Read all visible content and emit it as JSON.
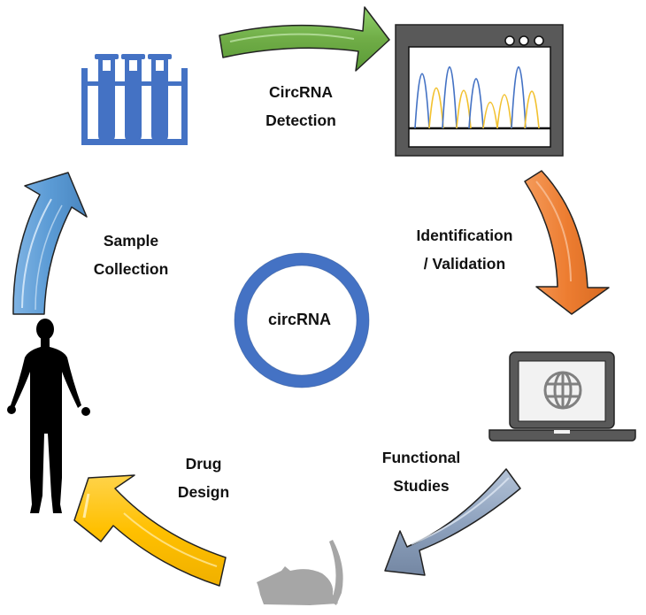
{
  "diagram": {
    "title": "circRNA research workflow cycle",
    "center": {
      "label": "circRNA",
      "ring_color": "#4472C4"
    },
    "steps": [
      {
        "id": "detection",
        "lines": [
          "CircRNA",
          "Detection"
        ],
        "arrow_color": "#70AD47"
      },
      {
        "id": "identification",
        "lines": [
          "Identification",
          "/ Validation"
        ],
        "arrow_color": "#ED7D31"
      },
      {
        "id": "functional",
        "lines": [
          "Functional",
          "Studies"
        ],
        "arrow_color": "#8497B0"
      },
      {
        "id": "drug",
        "lines": [
          "Drug",
          "Design"
        ],
        "arrow_color": "#FFC000"
      },
      {
        "id": "sample",
        "lines": [
          "Sample",
          "Collection"
        ],
        "arrow_color": "#5B9BD5"
      }
    ],
    "icons": [
      {
        "name": "test-tubes-icon",
        "color": "#4472C4"
      },
      {
        "name": "sequencer-monitor-icon",
        "color": "#595959",
        "trace_colors": [
          "#4472C4",
          "#F2C12E"
        ]
      },
      {
        "name": "laptop-globe-icon",
        "color": "#595959",
        "globe_color": "#808080"
      },
      {
        "name": "mouse-icon",
        "color": "#A6A6A6"
      },
      {
        "name": "human-silhouette-icon",
        "color": "#000000"
      }
    ]
  }
}
